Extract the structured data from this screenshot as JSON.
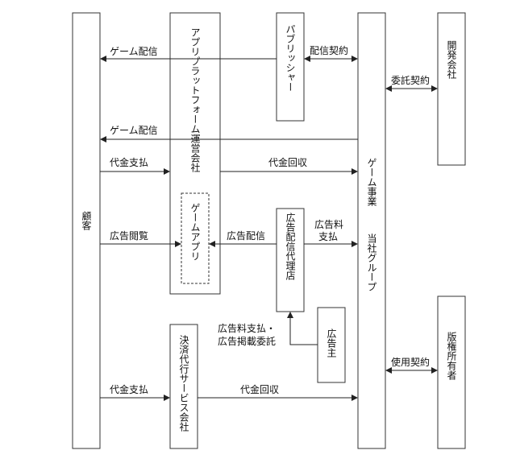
{
  "nodes": {
    "customer": "顧客",
    "platform": "アプリプラットフォーム運営会社",
    "game_app": "ゲームアプリ",
    "publisher": "パブリッシャー",
    "ad_agency": "広告配信代理店",
    "advertiser": "広告主",
    "payment_agent": "決済代行サービス会社",
    "group_line1": "ゲーム事業",
    "group_line2": "当社グループ",
    "developer": "開発会社",
    "rights_holder": "版権所有者"
  },
  "edges": {
    "game_dist_1": "ゲーム配信",
    "game_dist_2": "ゲーム配信",
    "payment_1": "代金支払",
    "collect_1": "代金回収",
    "ad_view": "広告閲覧",
    "ad_delivery": "広告配信",
    "ad_fee_1": "広告料",
    "ad_fee_2": "支払",
    "dist_contract": "配信契約",
    "consign_contract": "委託契約",
    "ad_request_1": "広告料支払・",
    "ad_request_2": "広告掲載委託",
    "usage_contract": "使用契約",
    "payment_2": "代金支払",
    "collect_2": "代金回収"
  }
}
